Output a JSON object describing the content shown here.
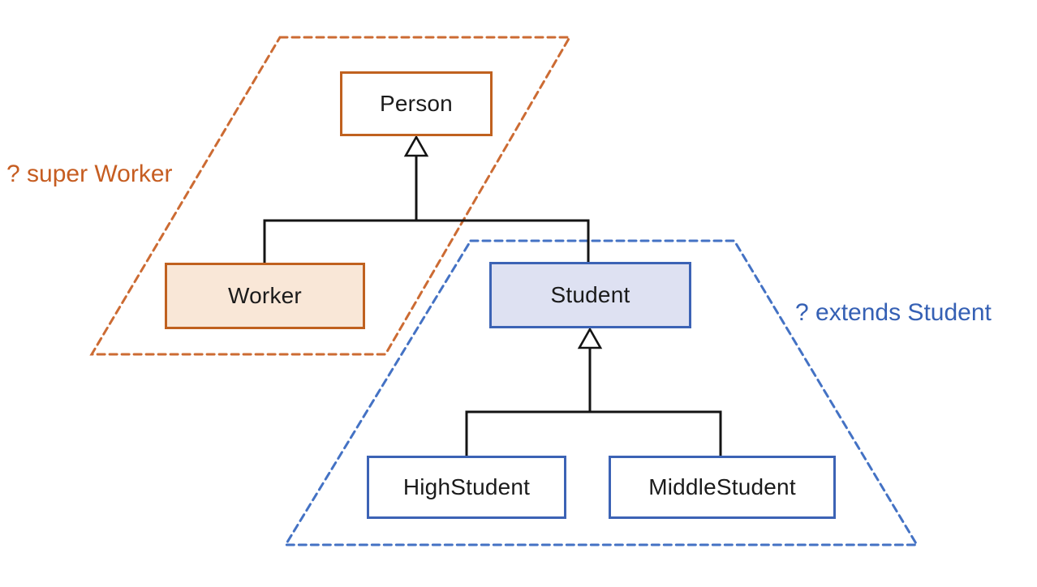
{
  "diagram_type": "class-inheritance-hierarchy",
  "nodes": {
    "person": {
      "label": "Person"
    },
    "worker": {
      "label": "Worker"
    },
    "student": {
      "label": "Student"
    },
    "high_student": {
      "label": "HighStudent"
    },
    "middle_student": {
      "label": "MiddleStudent"
    }
  },
  "edges": [
    {
      "from": "Worker",
      "to": "Person",
      "type": "inheritance"
    },
    {
      "from": "Student",
      "to": "Person",
      "type": "inheritance"
    },
    {
      "from": "HighStudent",
      "to": "Student",
      "type": "inheritance"
    },
    {
      "from": "MiddleStudent",
      "to": "Student",
      "type": "inheritance"
    }
  ],
  "annotations": {
    "super_worker": {
      "label": "? super Worker"
    },
    "extends_student": {
      "label": "? extends Student"
    }
  },
  "regions": {
    "super_worker_region": {
      "contains": [
        "Person",
        "Worker"
      ],
      "style": "dashed-parallelogram"
    },
    "extends_student_region": {
      "contains": [
        "Student",
        "HighStudent",
        "MiddleStudent"
      ],
      "style": "dashed-trapezoid"
    }
  },
  "colors": {
    "orange_border": "#C0611F",
    "orange_fill": "#F9E7D7",
    "orange_dash": "#CC6B33",
    "orange_text": "#C65D21",
    "blue_border": "#3C63B5",
    "blue_fill": "#DEE1F2",
    "blue_dash": "#4472C4",
    "blue_text": "#3560B4",
    "line": "#141414"
  }
}
